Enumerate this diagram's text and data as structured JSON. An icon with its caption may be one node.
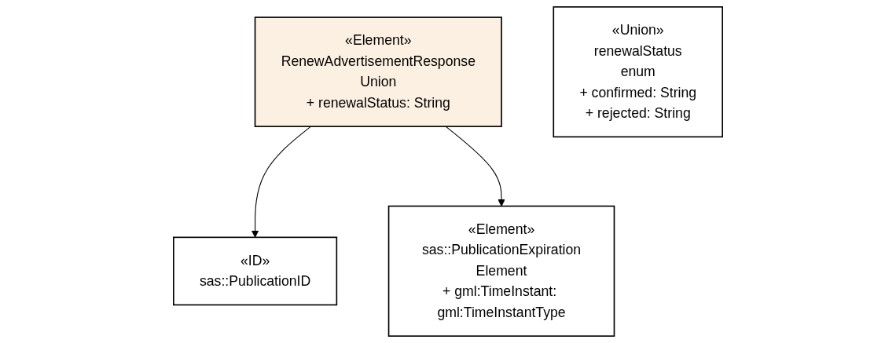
{
  "diagram": {
    "nodes": [
      {
        "text": [
          "«ID»",
          "sas::PublicationID"
        ]
      },
      {
        "text": [
          "«Element»",
          "RenewAdvertisementResponse",
          "Union",
          "+ renewalStatus: String"
        ]
      },
      {
        "text": [
          "«Union»",
          "renewalStatus",
          "enum",
          "+ confirmed: String",
          "+ rejected: String"
        ]
      },
      {
        "text": [
          "«Element»",
          "sas::PublicationExpiration",
          "Element",
          "+ gml:TimeInstant: gml:TimeInstantType"
        ]
      }
    ],
    "edges": [
      {
        "from": 1,
        "to": 0,
        "arrow": "to"
      },
      {
        "from": 1,
        "to": 3,
        "arrow": "to"
      }
    ]
  }
}
